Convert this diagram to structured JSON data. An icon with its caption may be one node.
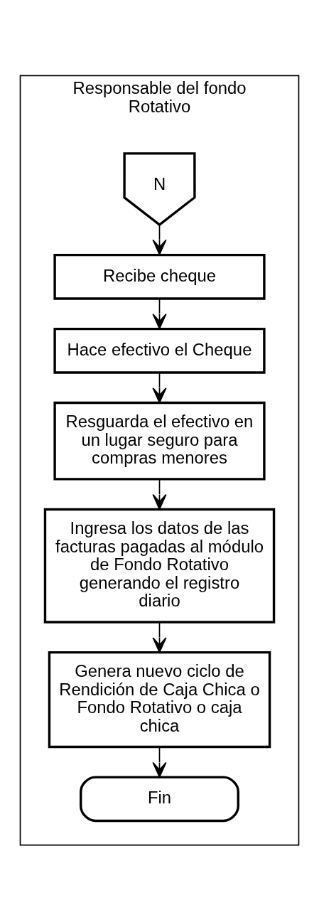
{
  "diagram": {
    "nodes": [
      {
        "text": [
          "Responsable del fondo Rotativo"
        ]
      },
      {
        "text": [
          "N"
        ],
        "in": 0
      },
      {
        "text": [
          "Recibe cheque"
        ],
        "in": 0
      },
      {
        "text": [
          "Hace efectivo el Cheque"
        ],
        "in": 0
      },
      {
        "text": [
          "Resguarda el efectivo en un lugar seguro para compras menores"
        ],
        "in": 0
      },
      {
        "text": [
          "Ingresa los datos de las facturas pagadas al módulo de Fondo Rotativo generando el registro diario"
        ],
        "in": 0
      },
      {
        "text": [
          "Genera nuevo ciclo de Rendición de Caja Chica o Fondo Rotativo o caja chica"
        ],
        "in": 0
      },
      {
        "text": [
          "Fin"
        ],
        "in": 0
      }
    ],
    "edges": [
      {
        "from": 1,
        "to": 2,
        "arrow": "to"
      },
      {
        "from": 2,
        "to": 3,
        "arrow": "to"
      },
      {
        "from": 3,
        "to": 4,
        "arrow": "to"
      },
      {
        "from": 4,
        "to": 5,
        "arrow": "to"
      },
      {
        "from": 5,
        "to": 6,
        "arrow": "to"
      },
      {
        "from": 6,
        "to": 7,
        "arrow": "to"
      }
    ]
  }
}
